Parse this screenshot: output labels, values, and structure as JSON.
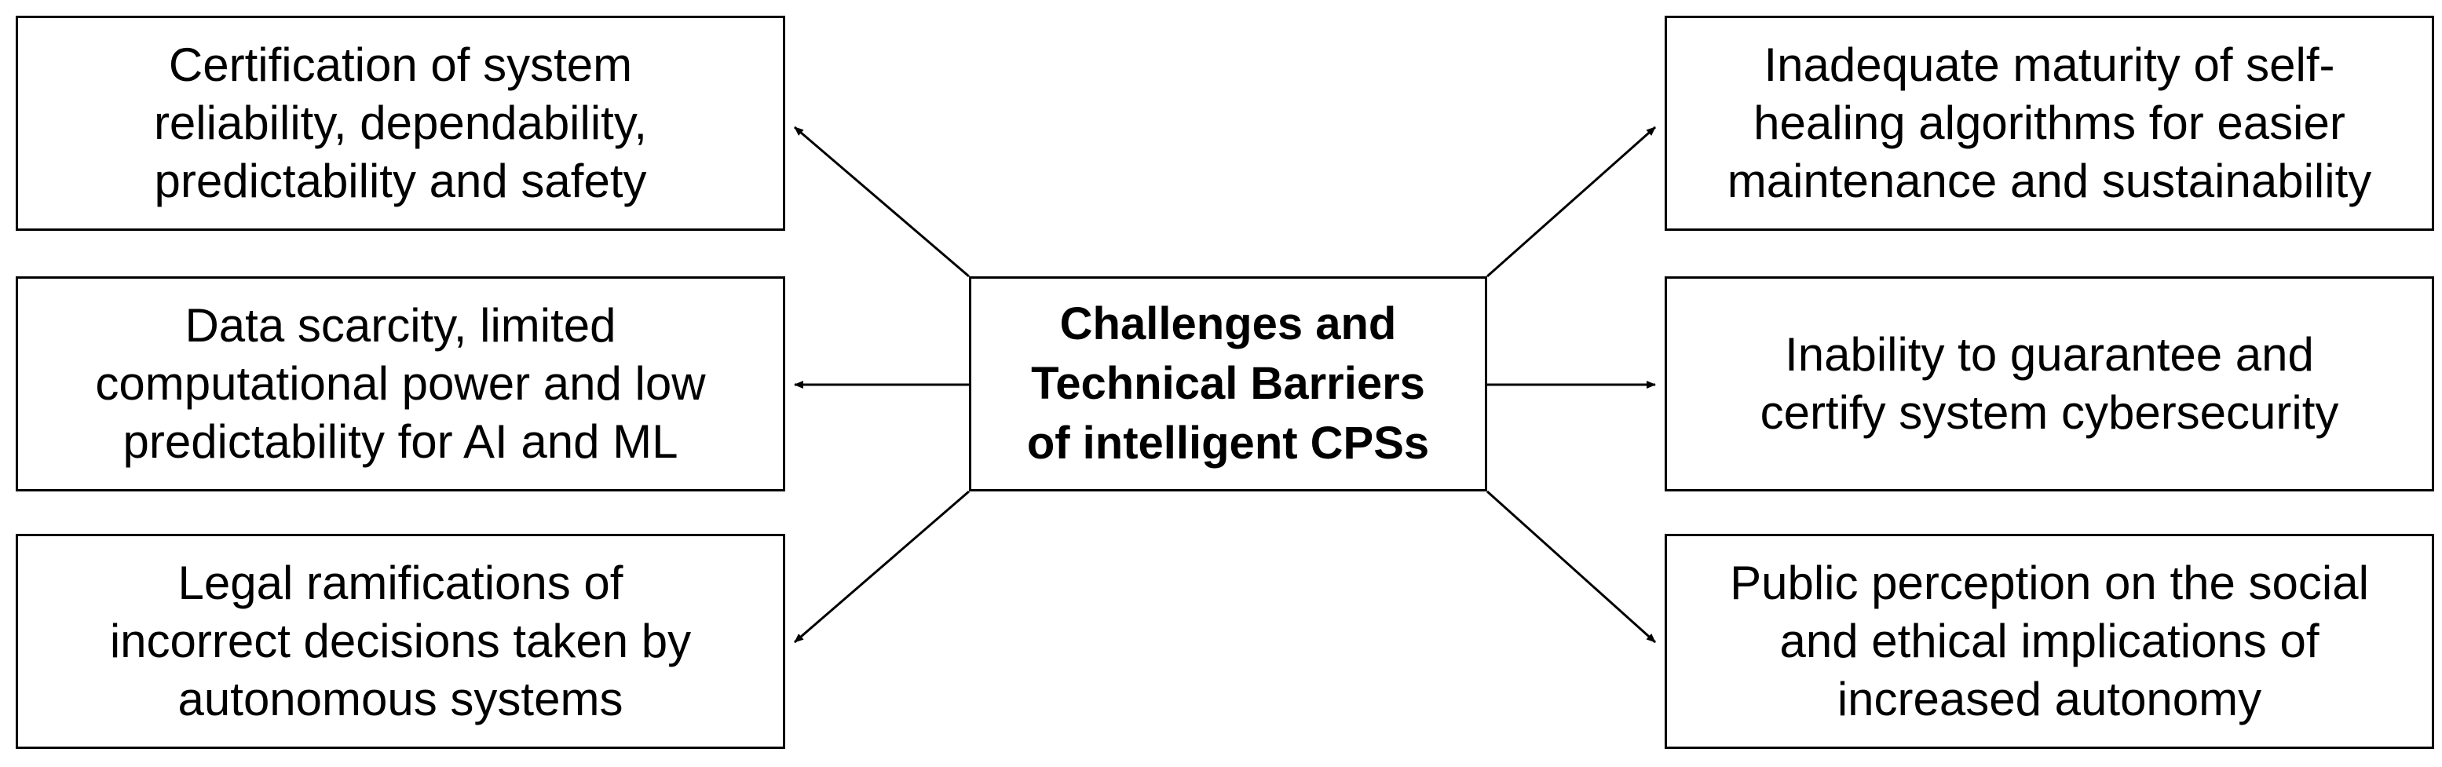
{
  "center": {
    "text": "Challenges and\nTechnical Barriers\nof intelligent CPSs"
  },
  "left": [
    {
      "text": "Certification of system\nreliability, dependability,\npredictability and safety"
    },
    {
      "text": "Data scarcity, limited\ncomputational power and low\npredictability for AI and ML"
    },
    {
      "text": "Legal ramifications of\nincorrect decisions taken by\nautonomous systems"
    }
  ],
  "right": [
    {
      "text": "Inadequate maturity of self-\nhealing algorithms for easier\nmaintenance and sustainability"
    },
    {
      "text": "Inability to guarantee and\ncertify system cybersecurity"
    },
    {
      "text": "Public perception on the social\nand ethical implications of\nincreased autonomy"
    }
  ],
  "colors": {
    "stroke": "#000000",
    "background": "#ffffff"
  }
}
